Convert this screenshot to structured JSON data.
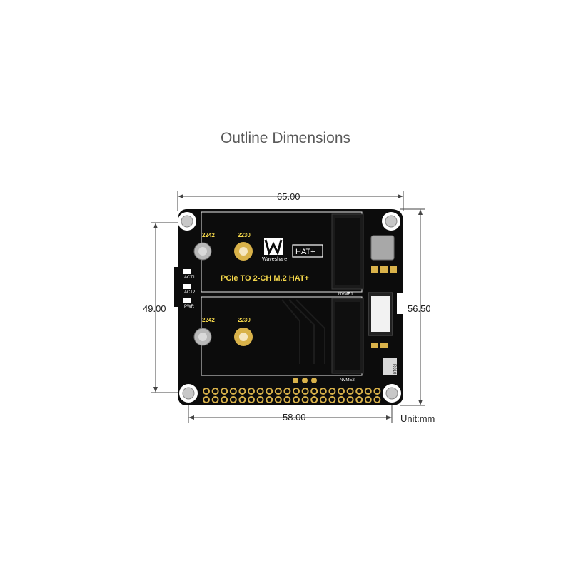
{
  "title": "Outline Dimensions",
  "dimensions": {
    "top_width": "65.00",
    "bottom_width": "58.00",
    "left_height": "49.00",
    "right_height": "56.50",
    "unit": "Unit:mm"
  },
  "board": {
    "product_name": "PCIe TO 2-CH M.2 HAT+",
    "brand": "Waveshare",
    "badge": "HAT+",
    "slot1_size_a": "2242",
    "slot1_size_b": "2230",
    "slot2_size_a": "2242",
    "slot2_size_b": "2230",
    "nvme1": "NVME1",
    "nvme2": "NVME2",
    "led_act1": "ACT1",
    "led_act2": "ACT2",
    "led_pwr": "PWR",
    "chip_label": "R010"
  },
  "colors": {
    "board": "#0c0c0c",
    "gold": "#d9b24a",
    "silkscreen": "#ffffff",
    "label_yellow": "#f3d64a"
  }
}
